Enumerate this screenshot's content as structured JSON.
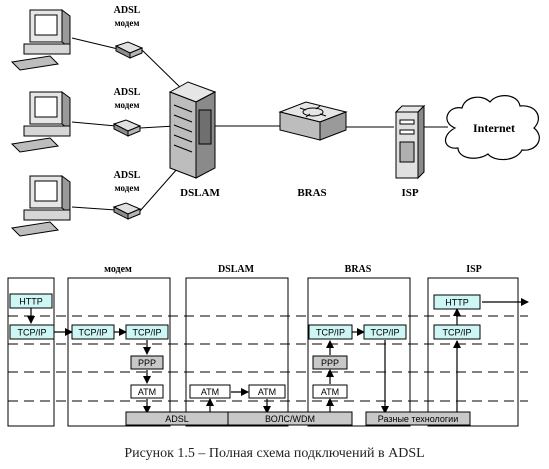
{
  "top_diagram": {
    "modem_labels": [
      [
        "ADSL",
        "модем"
      ],
      [
        "ADSL",
        "модем"
      ],
      [
        "ADSL",
        "модем"
      ]
    ],
    "dslam_label": "DSLAM",
    "bras_label": "BRAS",
    "isp_label": "ISP",
    "cloud_label": "Internet"
  },
  "bottom_diagram": {
    "column_headers": [
      "модем",
      "DSLAM",
      "BRAS",
      "ISP"
    ],
    "boxes": {
      "http_left": "HTTP",
      "tcp_left": "TCP/IP",
      "tcp_modem_in": "TCP/IP",
      "tcp_modem_out": "TCP/IP",
      "ppp_modem": "PPP",
      "atm_modem": "ATM",
      "adsl_bar": "ADSL",
      "atm_dslam_left": "ATM",
      "atm_dslam_right": "ATM",
      "volc_bar": "ВОЛС/WDM",
      "tcp_bras_left": "TCP/IP",
      "tcp_bras_right": "TCP/IP",
      "ppp_bras": "PPP",
      "atm_bras": "ATM",
      "tech_bar": "Разные технологии",
      "http_isp": "HTTP",
      "tcp_isp": "TCP/IP"
    }
  },
  "caption": "Рисунок 1.5 – Полная схема подключений в ADSL",
  "colors": {
    "box_fill": "#cdf6f5",
    "bar_fill": "#c8c8c8",
    "device_gray": "#d0d0d0"
  }
}
